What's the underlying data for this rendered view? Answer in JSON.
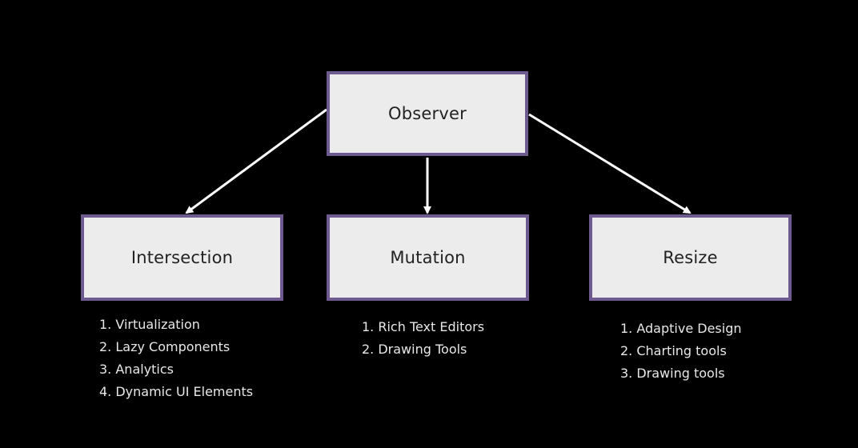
{
  "diagram": {
    "root": {
      "label": "Observer"
    },
    "children": [
      {
        "label": "Intersection",
        "items": [
          "1. Virtualization",
          "2. Lazy Components",
          "3. Analytics",
          "4. Dynamic UI Elements"
        ]
      },
      {
        "label": "Mutation",
        "items": [
          "1. Rich Text Editors",
          "2. Drawing Tools"
        ]
      },
      {
        "label": "Resize",
        "items": [
          "1. Adaptive Design",
          "2. Charting tools",
          "3. Drawing tools"
        ]
      }
    ]
  },
  "colors": {
    "background": "#000000",
    "box_fill": "#ececec",
    "box_border": "#6e5a8f",
    "arrow": "#ffffff",
    "text_light": "#e8e8e8",
    "text_dark": "#222222"
  }
}
